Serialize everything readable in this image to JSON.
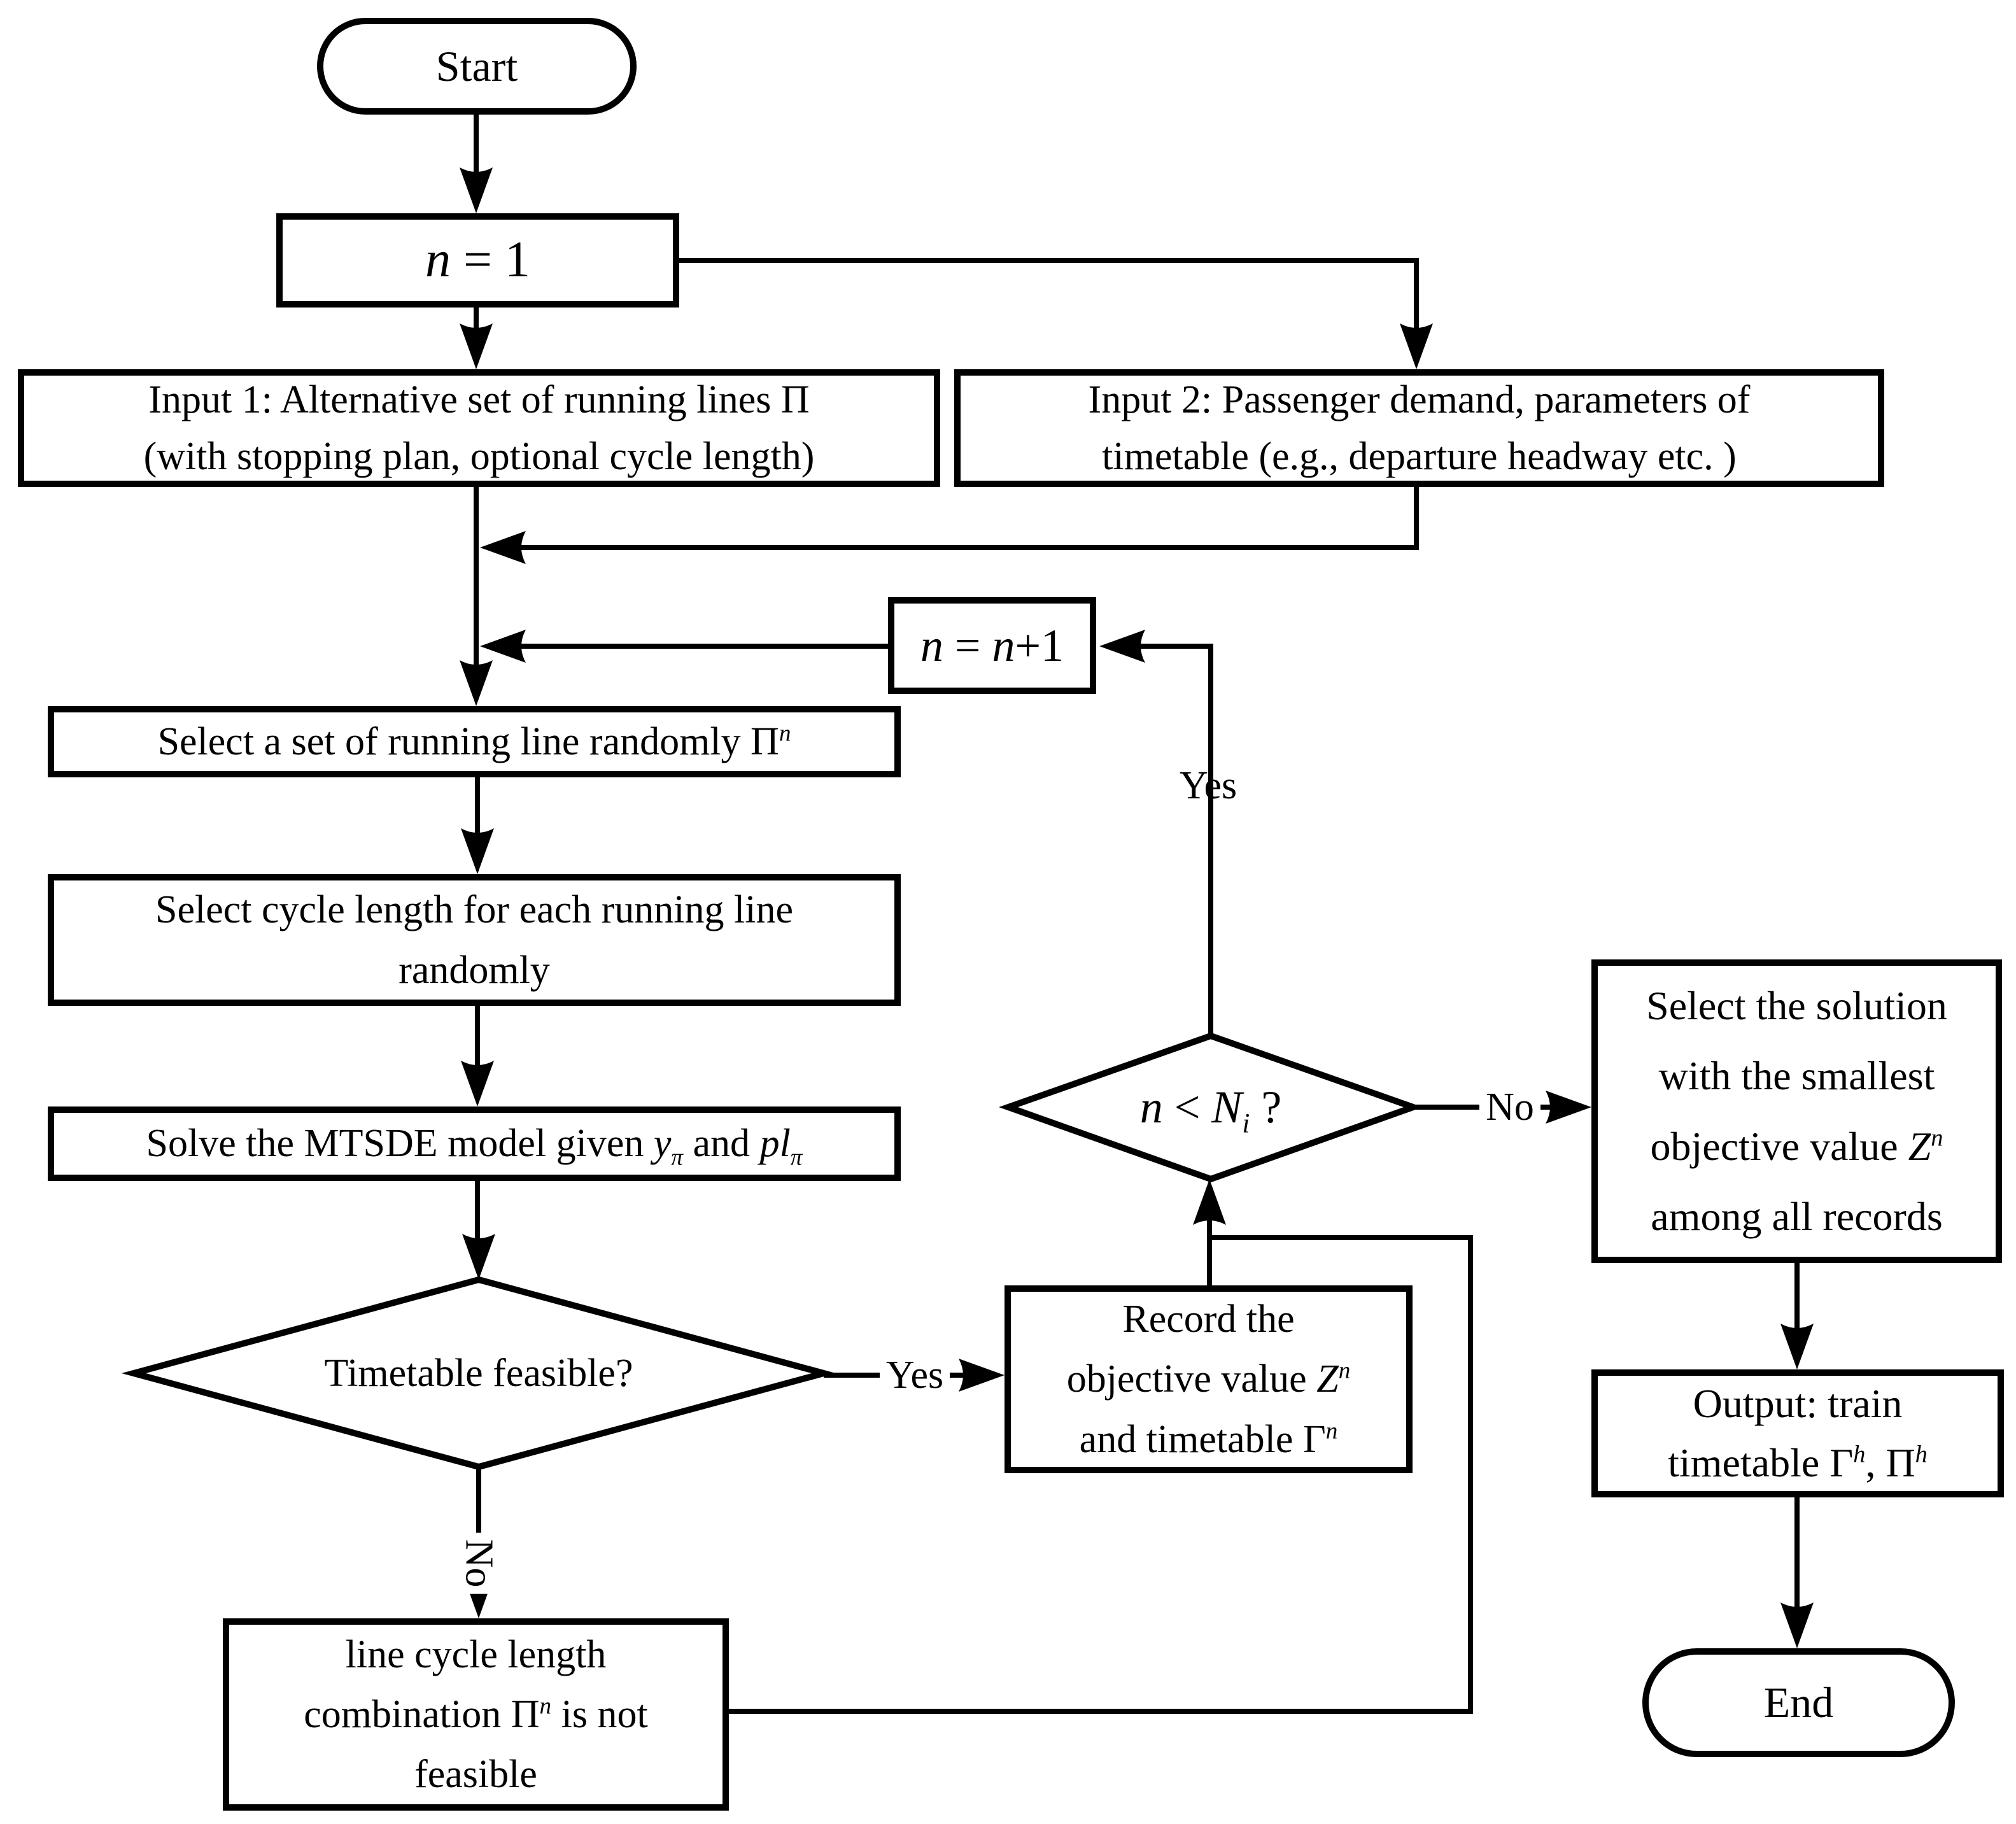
{
  "colors": {
    "stroke": "#000000",
    "background": "#ffffff"
  },
  "nodes": {
    "start": {
      "label": "Start"
    },
    "init": {
      "var": "n",
      "rest": " = 1"
    },
    "input1": {
      "line1_pre": "Input 1: Alternative set of running lines ",
      "line1_sym": "Π",
      "line2": "(with stopping plan, optional cycle length)"
    },
    "input2": {
      "line1": "Input 2: Passenger demand, parameters of",
      "line2": "timetable (e.g., departure headway etc. )"
    },
    "increment": {
      "n1": "n",
      "eq": " = ",
      "n2": "n",
      "rest": "+1"
    },
    "select_set": {
      "pre": "Select a set of running line randomly ",
      "sym": "Π",
      "sup": "n"
    },
    "select_cycle": {
      "line1": "Select cycle length for each running line",
      "line2": "randomly"
    },
    "solve": {
      "pre": "Solve the MTSDE model given ",
      "var1": "y",
      "sub1": "π",
      "mid": " and ",
      "var2": "pl",
      "sub2": "π"
    },
    "feasible_decision": {
      "label": "Timetable feasible?"
    },
    "record": {
      "line1": "Record the",
      "line2_pre": "objective value ",
      "line2_sym": "Z",
      "line2_sup": "n",
      "line3_pre": "and timetable ",
      "line3_sym": "Γ",
      "line3_sup": "n"
    },
    "loop_decision": {
      "var1": "n",
      "lt": " < ",
      "var2": "N",
      "sub": "i",
      "q": " ?"
    },
    "select_solution": {
      "line1": "Select the solution",
      "line2": "with the smallest",
      "line3_pre": "objective  value  ",
      "line3_sym": "Z",
      "line3_sup": "n",
      "line4": "among all records"
    },
    "output": {
      "line1": "Output: train",
      "line2_pre": "timetable ",
      "sym1": "Γ",
      "sup1": "h",
      "comma": ", ",
      "sym2": "Π",
      "sup2": "h"
    },
    "not_feasible": {
      "line1": "line cycle length",
      "line2_pre": "combination ",
      "sym": "Π",
      "sup": "n",
      "line2_post": "  is not",
      "line3": "feasible"
    },
    "end": {
      "label": "End"
    }
  },
  "edge_labels": {
    "feasible_yes": "Yes",
    "feasible_no": "No",
    "loop_yes": "Yes",
    "loop_no": "No"
  }
}
